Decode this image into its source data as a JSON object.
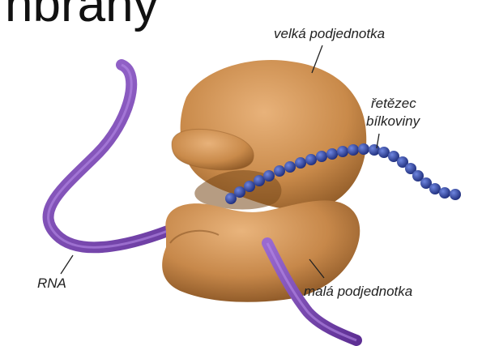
{
  "heading": "nbrány",
  "labels": {
    "large_subunit": "velká podjednotka",
    "protein_chain_line1": "řetězec",
    "protein_chain_line2": "bílkoviny",
    "rna": "RNA",
    "small_subunit": "malá podjednotka"
  },
  "colors": {
    "subunit": "#c98a4a",
    "subunit_shadow": "#8a5624",
    "rna_ribbon": "#7d4bb3",
    "protein_beads": "#2a3f9e"
  }
}
